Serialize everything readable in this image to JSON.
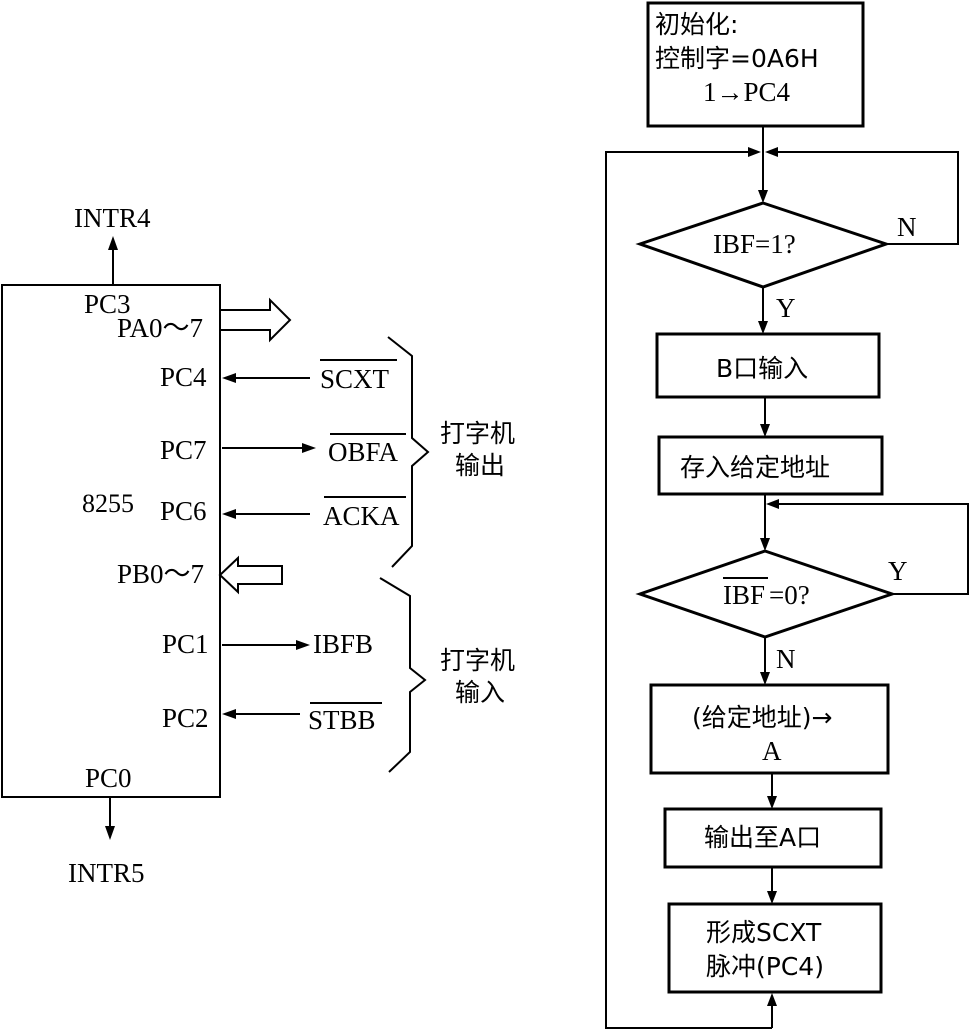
{
  "left": {
    "chip_name": "8255",
    "interrupt_top": "INTR4",
    "interrupt_bottom": "INTR5",
    "pins": {
      "pc3": "PC3",
      "pa": "PA0～7",
      "pc4": "PC4",
      "pc7": "PC7",
      "pc6": "PC6",
      "pb": "PB0～7",
      "pc1": "PC1",
      "pc2": "PC2",
      "pc0": "PC0"
    },
    "signals": {
      "scxt": "SCXT",
      "obfa": "OBFA",
      "acka": "ACKA",
      "ibfb": "IBFB",
      "stbb": "STBB"
    },
    "group_output": [
      "打字机",
      "输出"
    ],
    "group_input": [
      "打字机",
      "输入"
    ]
  },
  "flow": {
    "init": [
      "初始化:",
      "控制字=0A6H",
      "1→PC4"
    ],
    "decision1": "IBF=1?",
    "decision1_no": "N",
    "decision1_yes": "Y",
    "step_b_input": "B口输入",
    "step_store": "存入给定地址",
    "decision2_ibf": "IBF",
    "decision2_rest": "=0?",
    "decision2_yes": "Y",
    "decision2_no": "N",
    "step_move": [
      "(给定地址)→",
      "A"
    ],
    "step_output": "输出至A口",
    "step_pulse": [
      "形成SCXT",
      "脉冲(PC4)"
    ]
  }
}
